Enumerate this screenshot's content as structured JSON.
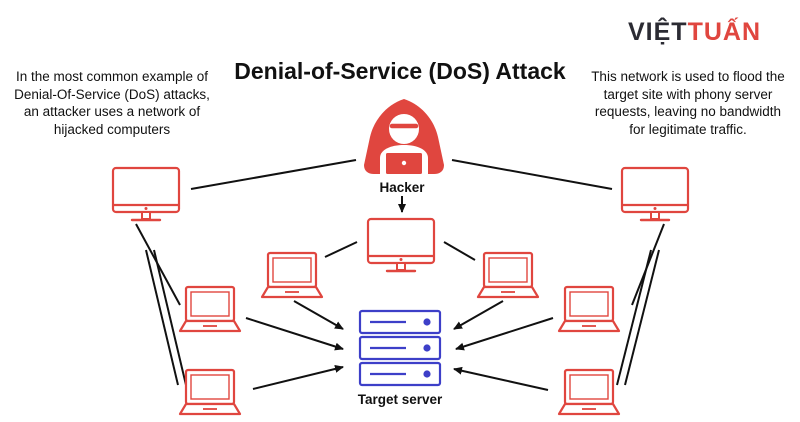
{
  "logo": {
    "part1": "VIỆT",
    "part2": "TUẤN"
  },
  "title": "Denial-of-Service (DoS) Attack",
  "notes": {
    "left": "In the most common example of Denial-Of-Service (DoS) attacks, an attacker uses a network of hijacked computers",
    "right": "This network is used to flood the target site with phony server requests, leaving no bandwidth for legitimate traffic."
  },
  "labels": {
    "hacker": "Hacker",
    "server": "Target server"
  },
  "colors": {
    "device": "#e0463f",
    "server": "#3d3fc8",
    "line": "#111111"
  },
  "icons": [
    "hacker-icon",
    "desktop-computer-icon",
    "laptop-icon",
    "server-rack-icon"
  ]
}
